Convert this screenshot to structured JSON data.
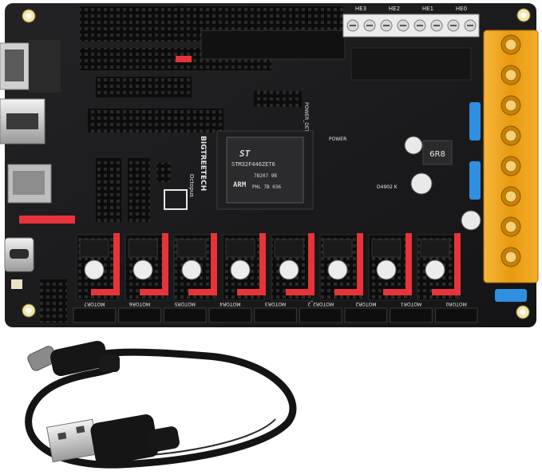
{
  "board": {
    "brand": "BIGTREETECH",
    "model": "Octopus",
    "mcu": {
      "vendor_logo": "ST",
      "part": "STM32F446ZET6",
      "line2": "7B207 9B",
      "line3": "PHL 7B 036",
      "arm": "ARM"
    },
    "heaters": [
      "HE3",
      "HE2",
      "HE1",
      "HE0"
    ],
    "motors": [
      "MOTOR7",
      "MOTOR6",
      "MOTOR5",
      "MOTOR4",
      "MOTOR3",
      "MOTOR2_2",
      "MOTOR2",
      "MOTOR1",
      "MOTOR0"
    ],
    "labels": {
      "power_det": "POWER_DET",
      "power": "POWER",
      "inductor": "6R8",
      "diode": "D4902 K"
    },
    "colors": {
      "pcb": "#1b1b1d",
      "terminal": "#f0a31a",
      "jumper": "#e8333b",
      "fuse": "#2f8fe0",
      "cable": "#141414"
    }
  },
  "cable": {
    "type": "USB-A to USB-C cable"
  }
}
